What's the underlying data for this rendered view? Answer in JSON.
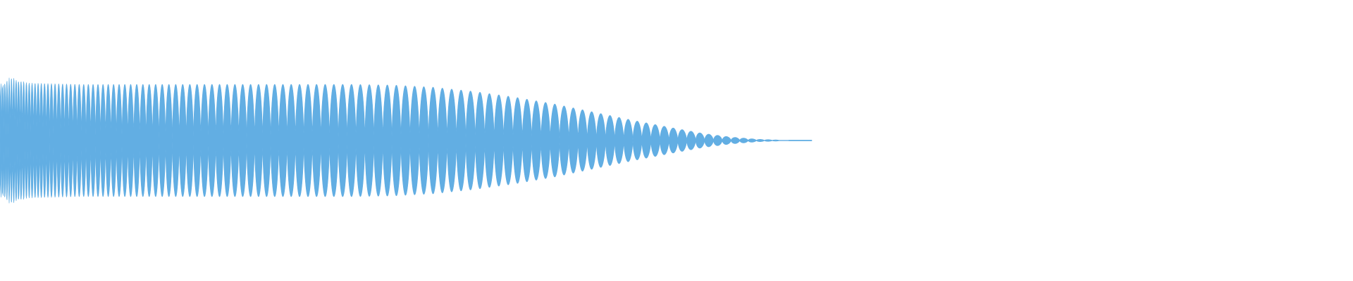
{
  "waveform": {
    "color": "#62aee3",
    "background": "#ffffff",
    "audible_fraction": 0.6,
    "envelope": [
      [
        0.0,
        0.8
      ],
      [
        0.01,
        0.88
      ],
      [
        0.02,
        0.82
      ],
      [
        0.06,
        0.8
      ],
      [
        0.2,
        0.8
      ],
      [
        0.26,
        0.8
      ],
      [
        0.29,
        0.79
      ],
      [
        0.32,
        0.76
      ],
      [
        0.35,
        0.7
      ],
      [
        0.38,
        0.62
      ],
      [
        0.41,
        0.52
      ],
      [
        0.44,
        0.4
      ],
      [
        0.47,
        0.28
      ],
      [
        0.5,
        0.17
      ],
      [
        0.52,
        0.1
      ],
      [
        0.54,
        0.05
      ],
      [
        0.56,
        0.018
      ],
      [
        0.575,
        0.008
      ],
      [
        0.58,
        0.0
      ],
      [
        0.583,
        0.006
      ],
      [
        0.605,
        0.006
      ]
    ],
    "cycle_lengths": [
      [
        0.0,
        0.0028
      ],
      [
        0.05,
        0.006
      ],
      [
        0.1,
        0.009
      ],
      [
        0.15,
        0.011
      ],
      [
        0.25,
        0.013
      ],
      [
        0.35,
        0.014
      ],
      [
        0.45,
        0.0135
      ],
      [
        0.54,
        0.013
      ],
      [
        0.6,
        0.01
      ]
    ]
  }
}
